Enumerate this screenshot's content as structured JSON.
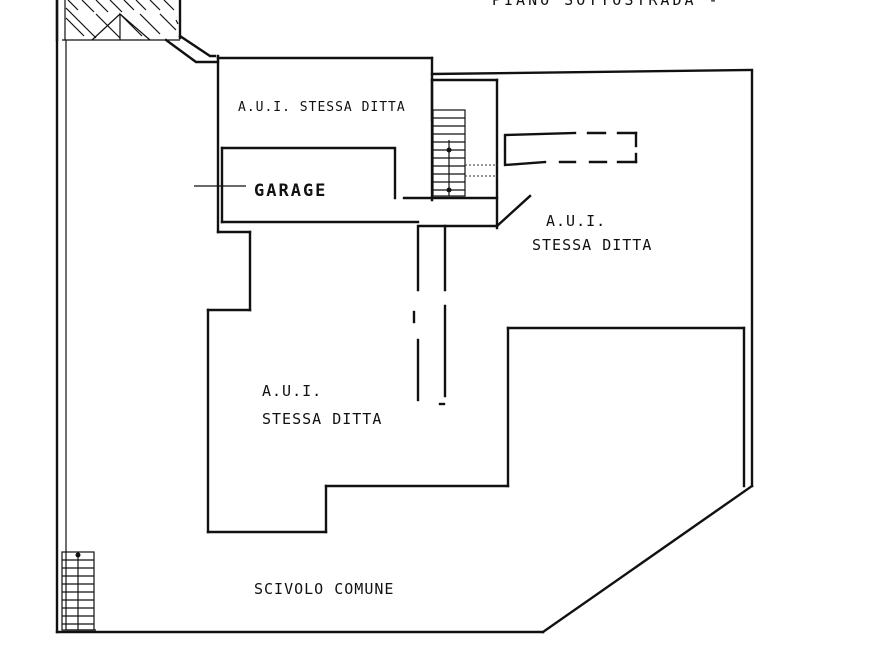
{
  "header": {
    "text": "PIANO SOTTOSTRADA -"
  },
  "labels": {
    "aui_top": "A.U.I. STESSA DITTA",
    "garage": "GARAGE",
    "aui_right_line1": "A.U.I.",
    "aui_right_line2": "STESSA DITTA",
    "aui_center_line1": "A.U.I.",
    "aui_center_line2": "STESSA DITTA",
    "sciuolo": "SCIVOLO COMUNE"
  },
  "colors": {
    "ink": "#111111",
    "paper": "#ffffff"
  }
}
